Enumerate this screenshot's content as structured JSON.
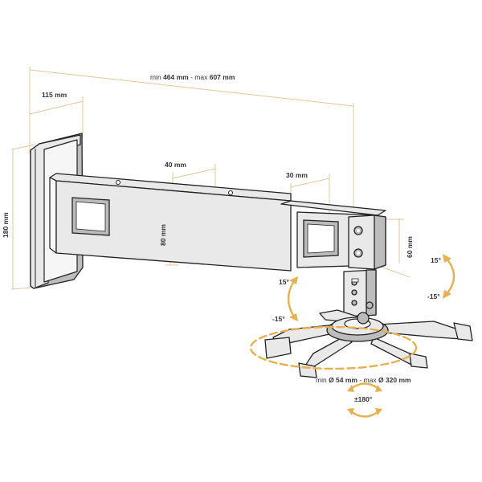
{
  "dimensions": {
    "total_length": {
      "prefix": "min ",
      "min_value": "464 mm",
      "middle": " - max ",
      "max_value": "607 mm"
    },
    "wall_plate_depth": "115 mm",
    "wall_plate_height": "180 mm",
    "arm_segment_1": "40 mm",
    "arm_segment_2": "30 mm",
    "arm_height": "80 mm",
    "end_block_height": "60 mm",
    "mount_diameter": {
      "prefix": "min ",
      "min_value": "Ø 54 mm",
      "middle": " - max ",
      "max_value": "Ø 320 mm"
    }
  },
  "angles": {
    "tilt_top": "15°",
    "tilt_bottom": "-15°",
    "swivel_top": "15°",
    "swivel_bottom": "-15°",
    "rotation": "±180°"
  },
  "colors": {
    "accent": "#e8b04f",
    "dimension_line": "#e3c79a",
    "outline": "#222222",
    "metal_fill": "#e9e9e9"
  }
}
